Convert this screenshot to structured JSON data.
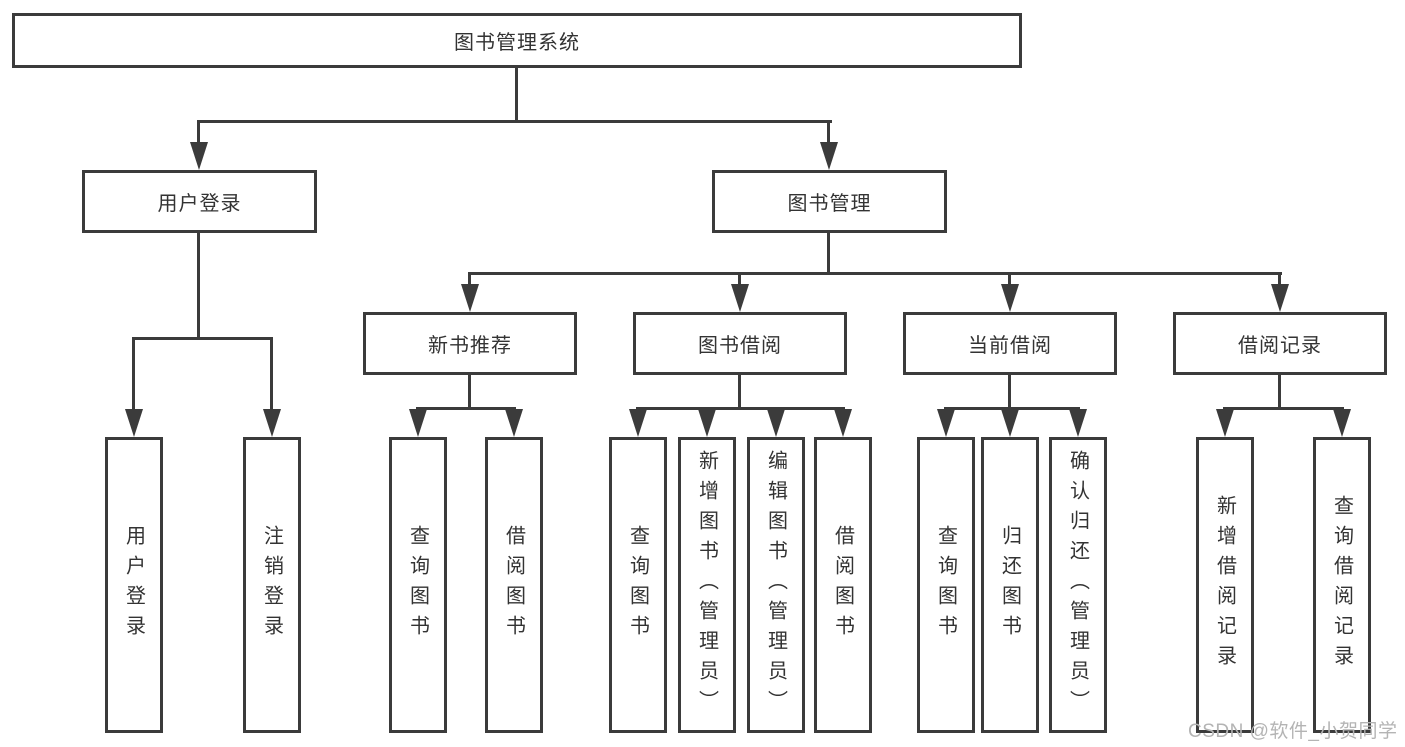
{
  "diagram": {
    "title": "图书管理系统",
    "level2": {
      "user_login": "用户登录",
      "book_management": "图书管理"
    },
    "level3": {
      "new_book_recommend": "新书推荐",
      "book_borrowing": "图书借阅",
      "current_borrowing": "当前借阅",
      "borrowing_records": "借阅记录"
    },
    "leaves": {
      "user_login": "用户登录",
      "logout": "注销登录",
      "recommend_query_books": "查询图书",
      "recommend_borrow_books": "借阅图书",
      "borrowing_query_books": "查询图书",
      "borrowing_add_books": "新增图书（管理员）",
      "borrowing_edit_books": "编辑图书（管理员）",
      "borrowing_borrow_books": "借阅图书",
      "current_query_books": "查询图书",
      "current_return_books": "归还图书",
      "current_confirm_return": "确认归还（管理员）",
      "records_add_record": "新增借阅记录",
      "records_query_record": "查询借阅记录"
    },
    "watermark": "CSDN @软件_小贺同学",
    "colors": {
      "line": "#3b3b3b",
      "text": "#333333",
      "watermark": "#b4b4b4",
      "background": "#ffffff"
    }
  }
}
